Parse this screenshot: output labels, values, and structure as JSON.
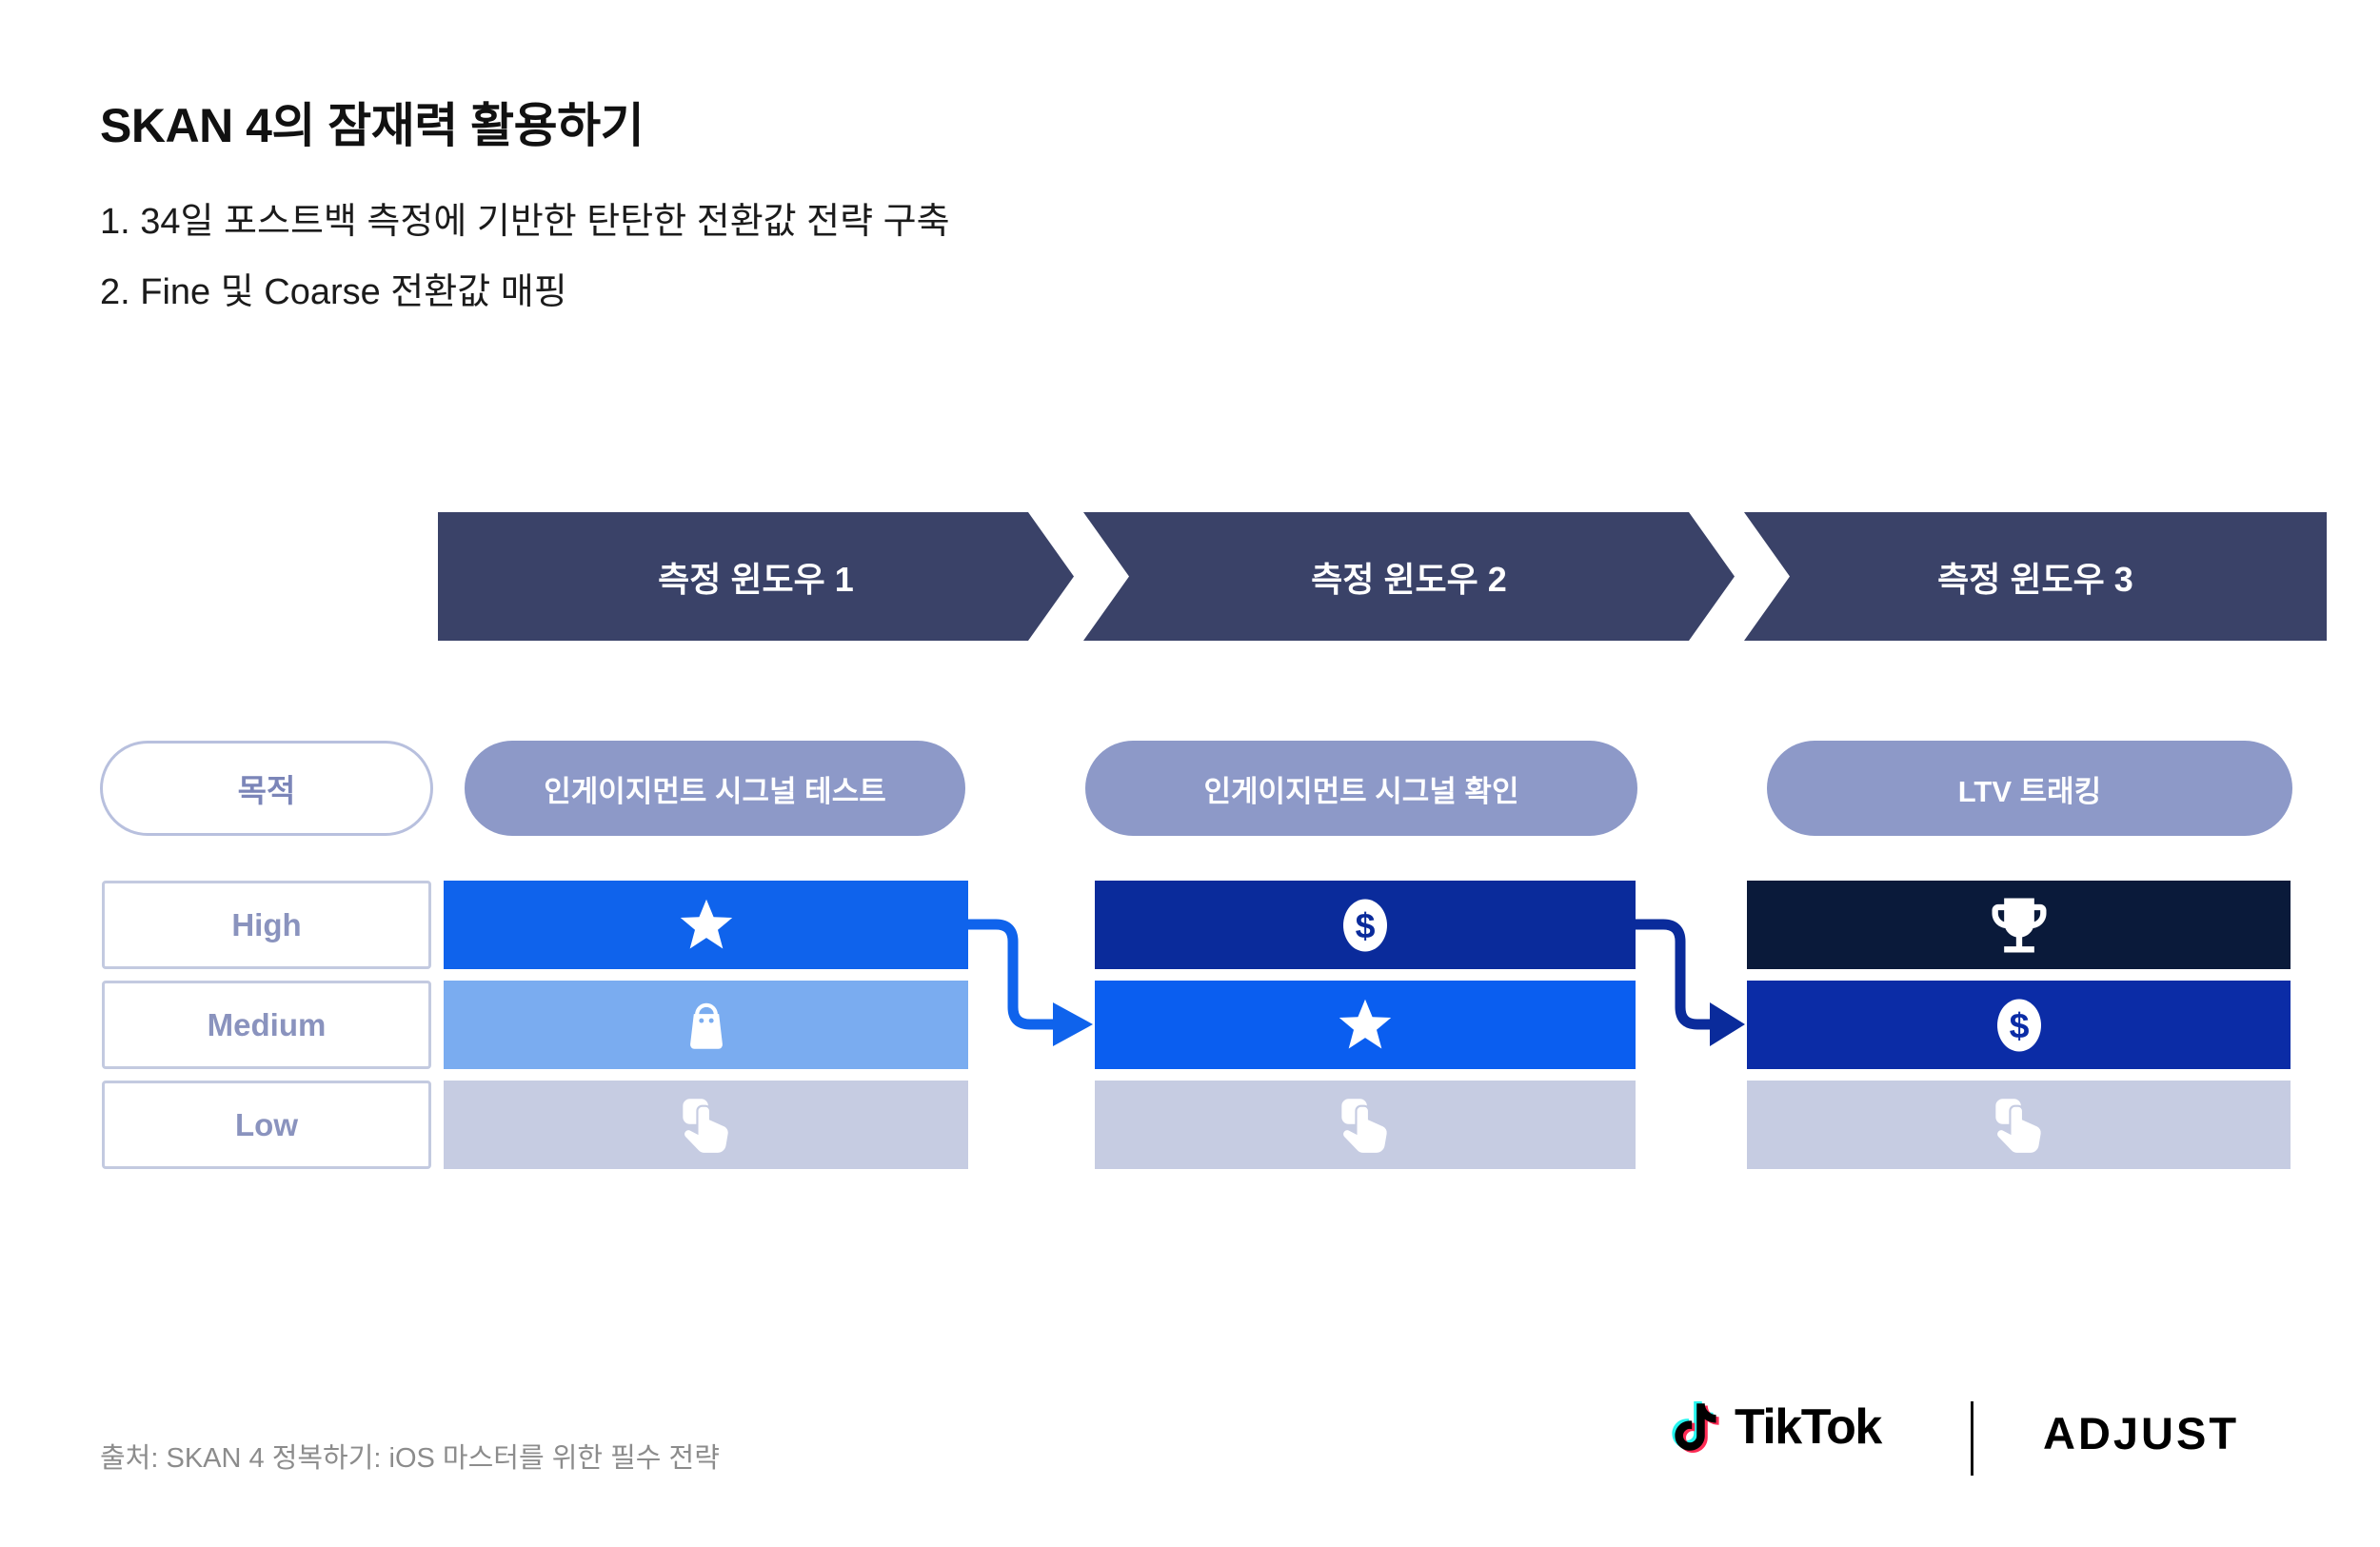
{
  "slide": {
    "title": "SKAN 4의 잠재력 활용하기",
    "bullets": [
      "1. 34일 포스트백 측정에 기반한 탄탄한 전환값 전략 구축",
      "2. Fine 및 Coarse 전환값 매핑"
    ],
    "source": "출처: SKAN 4 정복하기: iOS 마스터를 위한 필수 전략"
  },
  "timeline": {
    "windows": [
      {
        "label": "측정 윈도우 1"
      },
      {
        "label": "측정 윈도우 2"
      },
      {
        "label": "측정 윈도우 3"
      }
    ]
  },
  "purpose": {
    "label": "목적",
    "pills": [
      "인게이지먼트 시그널 테스트",
      "인게이지먼트 시그널 확인",
      "LTV 트래킹"
    ]
  },
  "rows": [
    {
      "label": "High"
    },
    {
      "label": "Medium"
    },
    {
      "label": "Low"
    }
  ],
  "matrix": {
    "columns": [
      {
        "window": 1,
        "high": "star",
        "medium": "shopping-bag",
        "low": "tap"
      },
      {
        "window": 2,
        "high": "dollar-coin",
        "medium": "star",
        "low": "tap"
      },
      {
        "window": 3,
        "high": "trophy",
        "medium": "dollar-coin",
        "low": "tap"
      }
    ]
  },
  "icons": {
    "dollar_symbol": "$"
  },
  "footer": {
    "tiktok": "TikTok",
    "adjust": "ADJUST"
  },
  "colors": {
    "chevron_navy": "#3A4268",
    "pill_periwinkle": "#8D99C8",
    "pill_border": "#B8C0DE",
    "row_label_text": "#8A93BE",
    "window1_high": "#0F63EC",
    "window1_medium": "#7AACF0",
    "window2_high": "#0A2B9B",
    "window2_medium": "#0A5EF0",
    "window3_high": "#0A1A3A",
    "window3_medium": "#0B2CA6",
    "low_gray": "#C6CCE2",
    "connector_1": "#0F63EC",
    "connector_2": "#0A2B9B",
    "source_gray": "#8C8C8C",
    "tiktok_cyan": "#25F4EE",
    "tiktok_red": "#FE2C55"
  }
}
